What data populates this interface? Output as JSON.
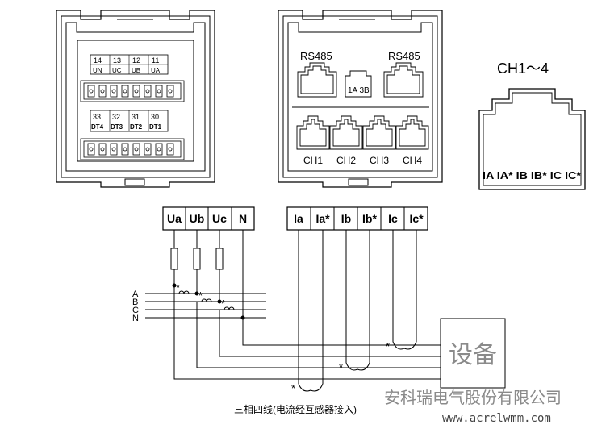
{
  "left_module": {
    "top_terminal_numbers": [
      "14",
      "13",
      "12",
      "11"
    ],
    "top_terminal_names": [
      "UN",
      "UC",
      "UB",
      "UA"
    ],
    "bottom_terminal_numbers": [
      "33",
      "32",
      "31",
      "30"
    ],
    "bottom_terminal_names": [
      "DT4",
      "DT3",
      "DT2",
      "DT1"
    ]
  },
  "right_module": {
    "rs485_left": "RS485",
    "rs485_right": "RS485",
    "center_port": "1A 3B",
    "channels": [
      "CH1",
      "CH2",
      "CH3",
      "CH4"
    ]
  },
  "jack_detail": {
    "title": "CH1～4",
    "pins": "IA IA* IB IB* IC IC*"
  },
  "voltage_terminals": [
    "Ua",
    "Ub",
    "Uc",
    "N"
  ],
  "current_terminals": [
    "Ia",
    "Ia*",
    "Ib",
    "Ib*",
    "Ic",
    "Ic*"
  ],
  "bus_labels": [
    "A",
    "B",
    "C",
    "N"
  ],
  "polarity_mark": "*",
  "device_box": "设备",
  "caption": "三相四线(电流经互感器接入)",
  "watermark_company": "安科瑞电气股份有限公司",
  "watermark_url": "www.acrelwmm.com"
}
